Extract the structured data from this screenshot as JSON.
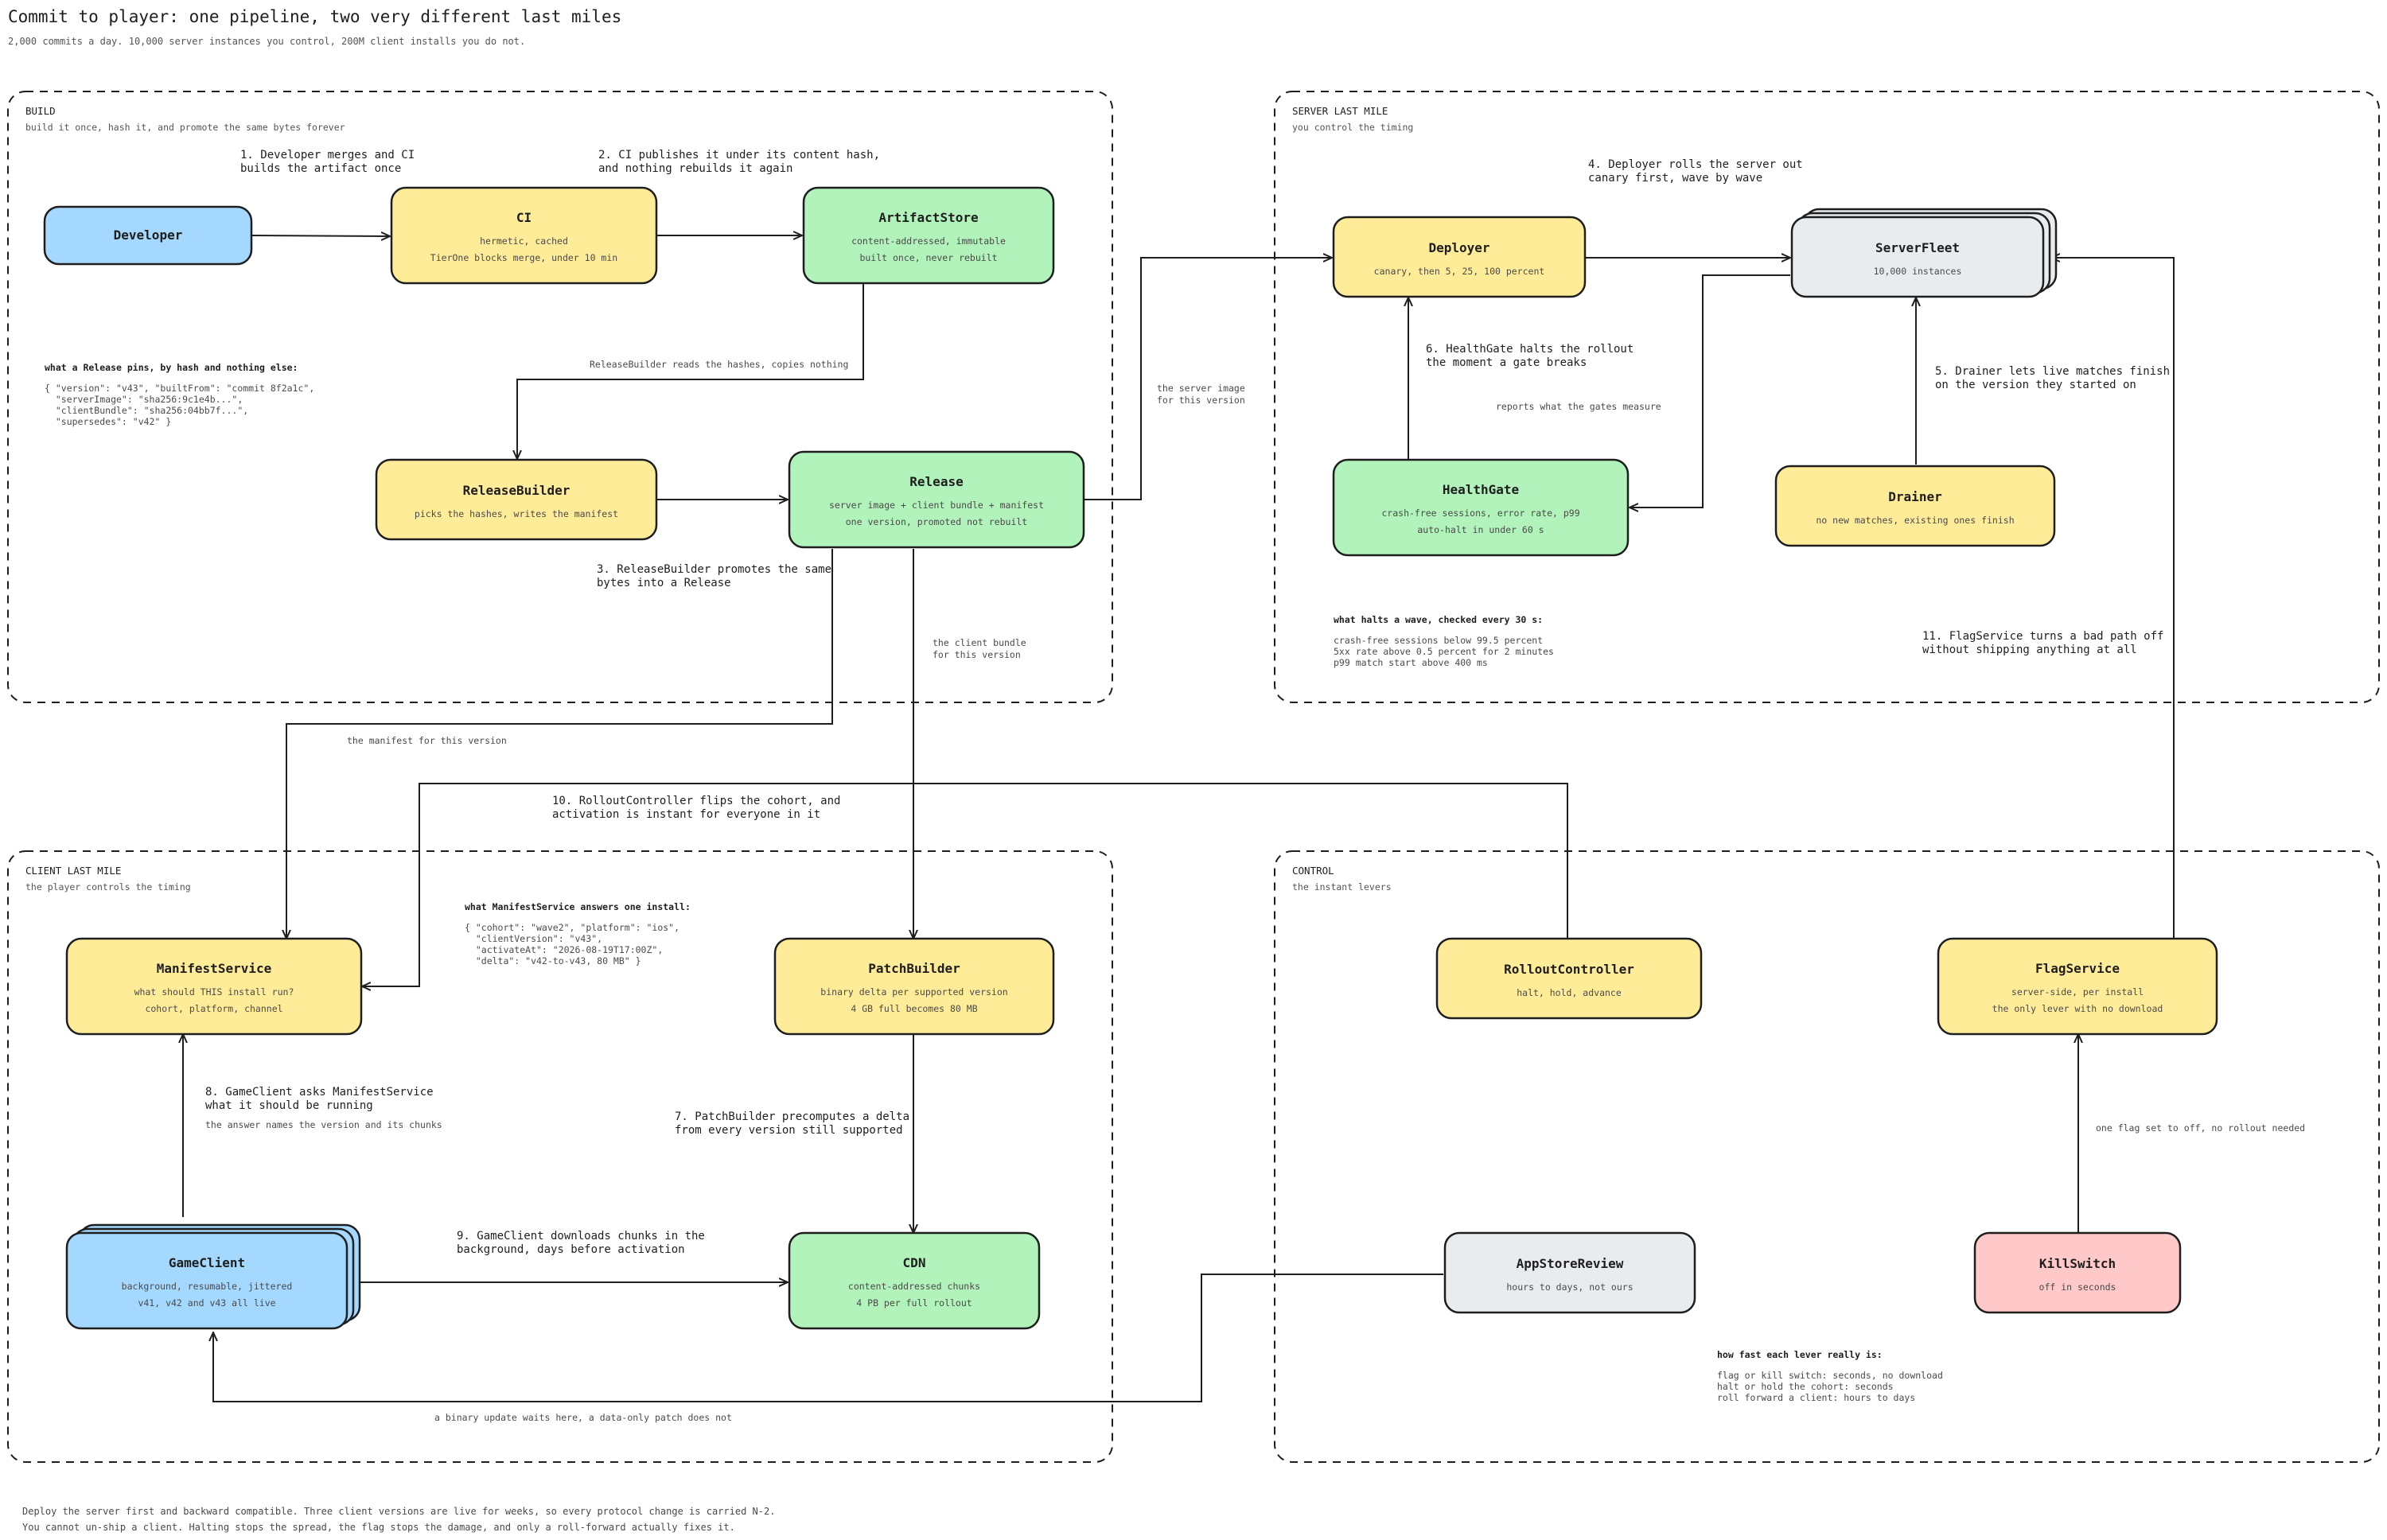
{
  "header": {
    "title": "Commit to player: one pipeline, two very different last miles",
    "subtitle": "2,000 commits a day. 10,000 server instances you control, 200M client installs you do not."
  },
  "groups": {
    "build": {
      "title": "BUILD",
      "subtitle": "build it once, hash it, and promote the same bytes forever"
    },
    "server": {
      "title": "SERVER LAST MILE",
      "subtitle": "you control the timing"
    },
    "client": {
      "title": "CLIENT LAST MILE",
      "subtitle": "the player controls the timing"
    },
    "control": {
      "title": "CONTROL",
      "subtitle": "the instant levers"
    }
  },
  "colors": {
    "blue": "#a5d8ff",
    "yellow": "#ffec99",
    "green": "#b2f2bb",
    "gray": "#e9ecef",
    "red": "#ffc9c9"
  },
  "nodes": {
    "developer": {
      "title": "Developer",
      "lines": []
    },
    "ci": {
      "title": "CI",
      "lines": [
        "hermetic, cached",
        "TierOne blocks merge, under 10 min"
      ]
    },
    "artifact_store": {
      "title": "ArtifactStore",
      "lines": [
        "content-addressed, immutable",
        "built once, never rebuilt"
      ]
    },
    "release_builder": {
      "title": "ReleaseBuilder",
      "lines": [
        "picks the hashes, writes the manifest"
      ]
    },
    "release": {
      "title": "Release",
      "lines": [
        "server image + client bundle + manifest",
        "one version, promoted not rebuilt"
      ]
    },
    "deployer": {
      "title": "Deployer",
      "lines": [
        "canary, then 5, 25, 100 percent"
      ]
    },
    "server_fleet": {
      "title": "ServerFleet",
      "lines": [
        "10,000 instances"
      ]
    },
    "health_gate": {
      "title": "HealthGate",
      "lines": [
        "crash-free sessions, error rate, p99",
        "auto-halt in under 60 s"
      ]
    },
    "drainer": {
      "title": "Drainer",
      "lines": [
        "no new matches, existing ones finish"
      ]
    },
    "manifest_service": {
      "title": "ManifestService",
      "lines": [
        "what should THIS install run?",
        "cohort, platform, channel"
      ]
    },
    "patch_builder": {
      "title": "PatchBuilder",
      "lines": [
        "binary delta per supported version",
        "4 GB full becomes 80 MB"
      ]
    },
    "game_client": {
      "title": "GameClient",
      "lines": [
        "background, resumable, jittered",
        "v41, v42 and v43 all live"
      ]
    },
    "cdn": {
      "title": "CDN",
      "lines": [
        "content-addressed chunks",
        "4 PB per full rollout"
      ]
    },
    "rollout_controller": {
      "title": "RolloutController",
      "lines": [
        "halt, hold, advance"
      ]
    },
    "flag_service": {
      "title": "FlagService",
      "lines": [
        "server-side, per install",
        "the only lever with no download"
      ]
    },
    "app_store_review": {
      "title": "AppStoreReview",
      "lines": [
        "hours to days, not ours"
      ]
    },
    "kill_switch": {
      "title": "KillSwitch",
      "lines": [
        "off in seconds"
      ]
    }
  },
  "notes": {
    "n1": [
      "1. Developer merges and CI",
      "builds the artifact once"
    ],
    "n2": [
      "2. CI publishes it under its content hash,",
      "and nothing rebuilds it again"
    ],
    "n3": [
      "3. ReleaseBuilder promotes the same",
      "bytes into a Release"
    ],
    "n4": [
      "4. Deployer rolls the server out",
      "canary first, wave by wave"
    ],
    "n5": [
      "5. Drainer lets live matches finish",
      "on the version they started on"
    ],
    "n6": [
      "6. HealthGate halts the rollout",
      "the moment a gate breaks"
    ],
    "n7": [
      "7. PatchBuilder precomputes a delta",
      "from every version still supported"
    ],
    "n8": [
      "8. GameClient asks ManifestService",
      "what it should be running"
    ],
    "n9": [
      "9. GameClient downloads chunks in the",
      "background, days before activation"
    ],
    "n10": [
      "10. RolloutController flips the cohort, and",
      "activation is instant for everyone in it"
    ],
    "n11": [
      "11. FlagService turns a bad path off",
      "without shipping anything at all"
    ]
  },
  "edge_labels": {
    "reads_hashes": "ReleaseBuilder reads the hashes, copies nothing",
    "server_image": [
      "the server image",
      "for this version"
    ],
    "reports_gates": "reports what the gates measure",
    "client_bundle": [
      "the client bundle",
      "for this version"
    ],
    "manifest_version": "the manifest for this version",
    "answer_names": "the answer names the version and its chunks",
    "flag_off": "one flag set to off, no rollout needed",
    "binary_update": "a binary update waits here, a data-only patch does not"
  },
  "blocks": {
    "release_pins": {
      "title": "what a Release pins, by hash and nothing else:",
      "lines": [
        "{ \"version\": \"v43\", \"builtFrom\": \"commit 8f2a1c\",",
        "  \"serverImage\": \"sha256:9c1e4b...\",",
        "  \"clientBundle\": \"sha256:04bb7f...\",",
        "  \"supersedes\": \"v42\" }"
      ]
    },
    "halts_wave": {
      "title": "what halts a wave, checked every 30 s:",
      "lines": [
        "crash-free sessions below 99.5 percent",
        "5xx rate above 0.5 percent for 2 minutes",
        "p99 match start above 400 ms"
      ]
    },
    "manifest_answers": {
      "title": "what ManifestService answers one install:",
      "lines": [
        "{ \"cohort\": \"wave2\", \"platform\": \"ios\",",
        "  \"clientVersion\": \"v43\",",
        "  \"activateAt\": \"2026-08-19T17:00Z\",",
        "  \"delta\": \"v42-to-v43, 80 MB\" }"
      ]
    },
    "lever_speed": {
      "title": "how fast each lever really is:",
      "lines": [
        "flag or kill switch: seconds, no download",
        "halt or hold the cohort: seconds",
        "roll forward a client: hours to days"
      ]
    }
  },
  "footer": [
    "Deploy the server first and backward compatible. Three client versions are live for weeks, so every protocol change is carried N-2.",
    "You cannot un-ship a client. Halting stops the spread, the flag stops the damage, and only a roll-forward actually fixes it."
  ]
}
